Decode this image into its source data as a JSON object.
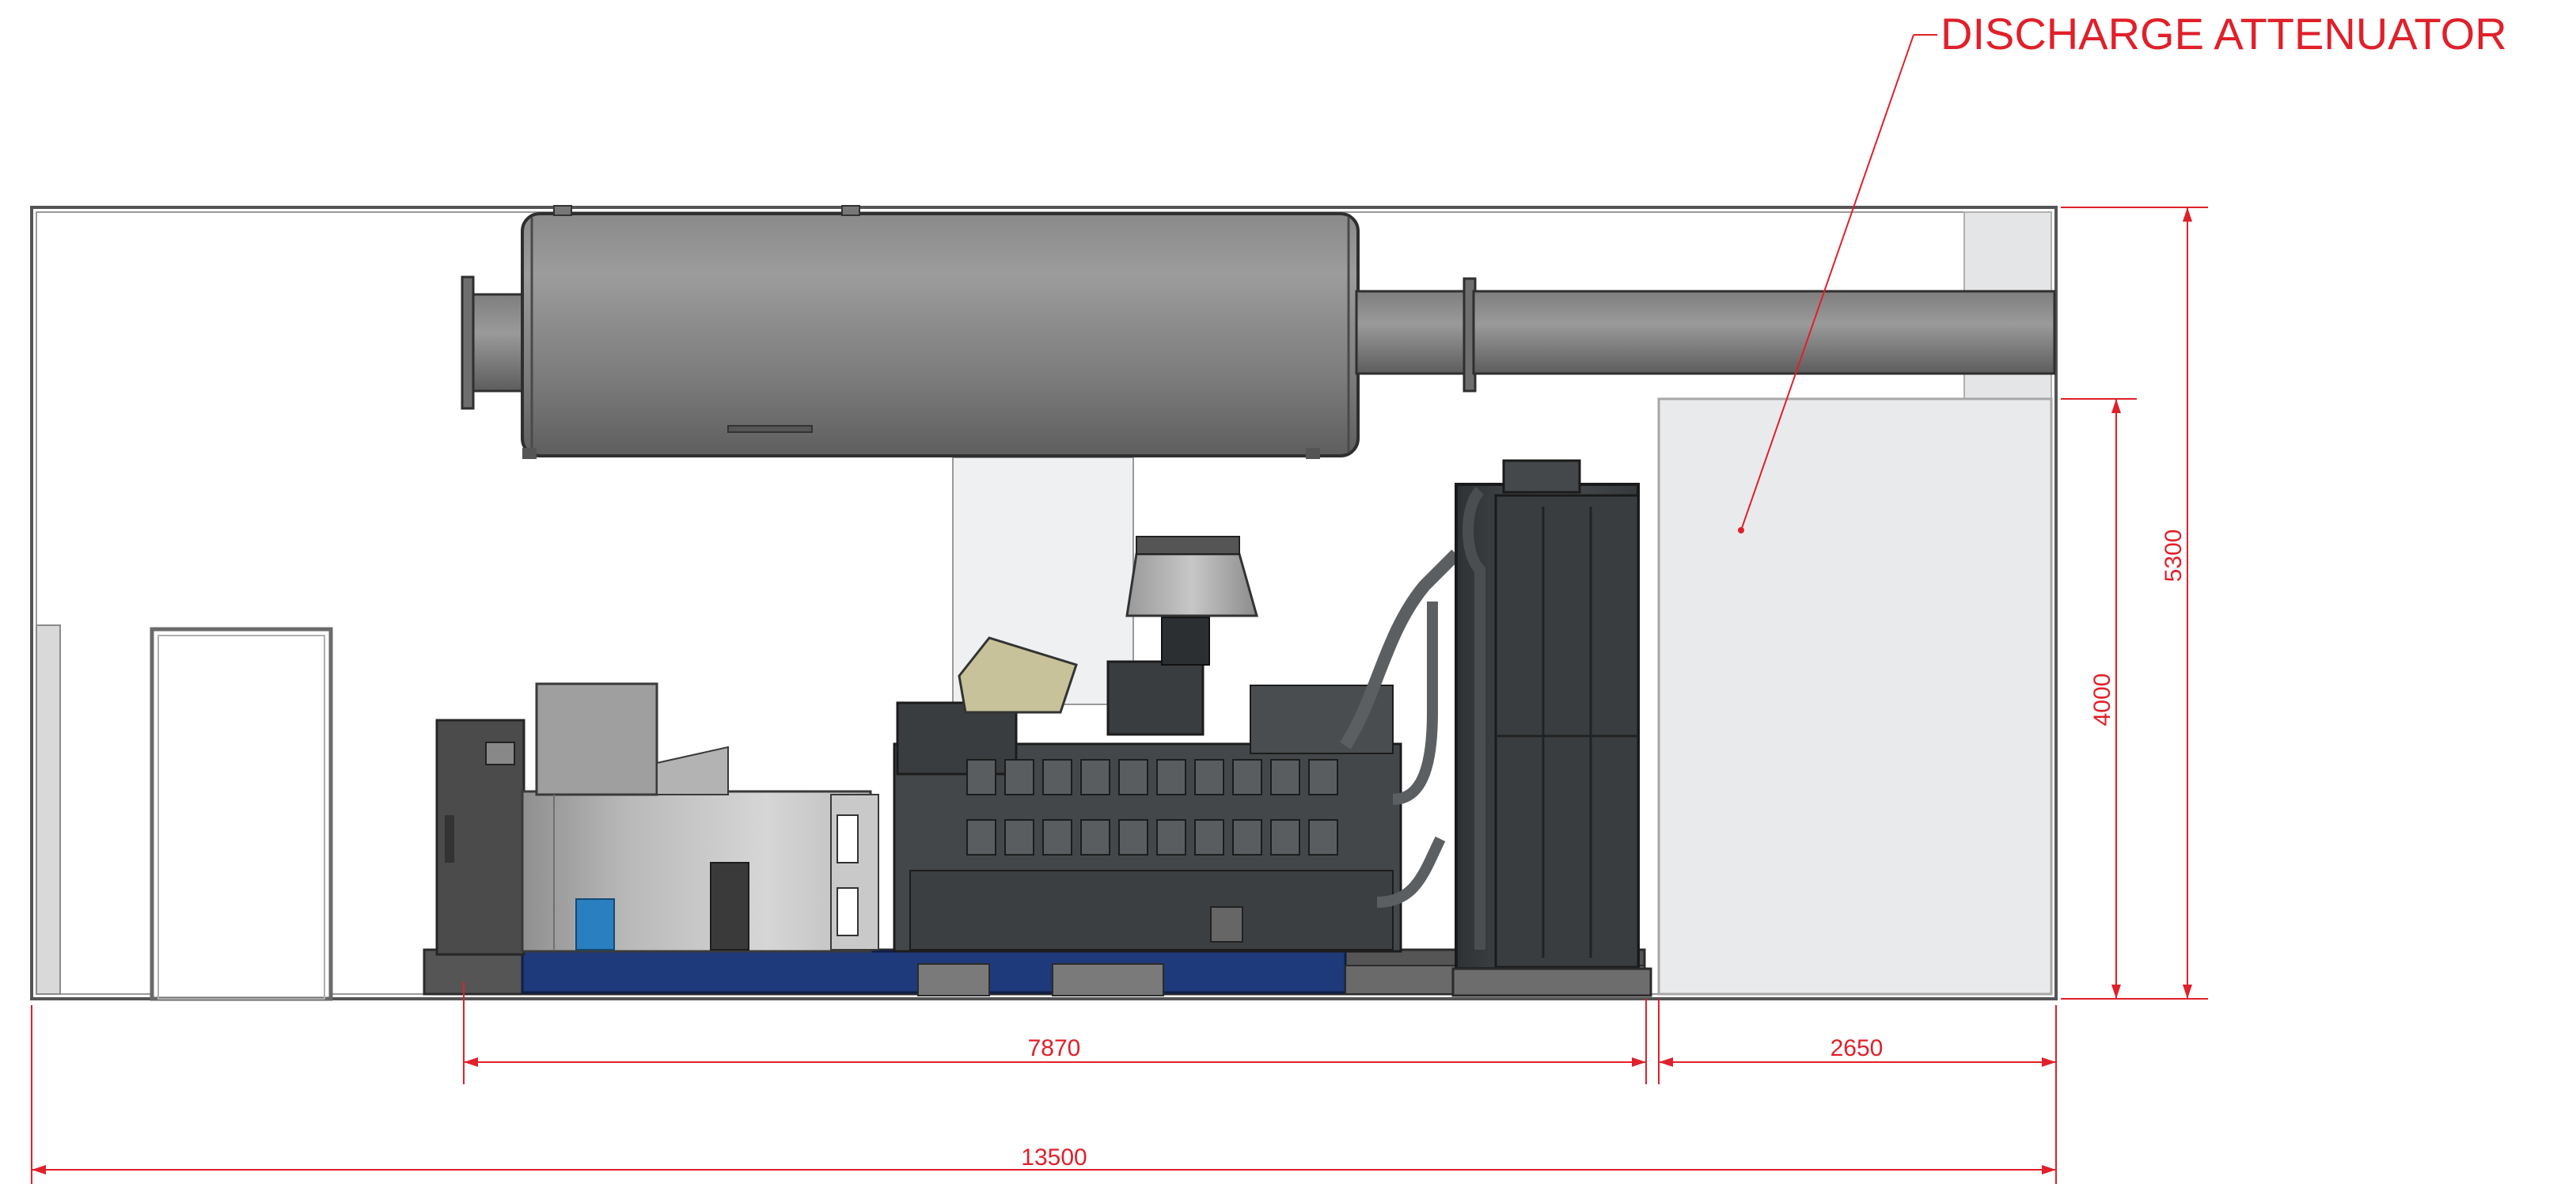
{
  "callout": {
    "label": "DISCHARGE ATTENUATOR"
  },
  "dimensions": {
    "genset_length": "7870",
    "attenuator_length": "2650",
    "overall_length": "13500",
    "attenuator_height": "4000",
    "overall_height": "5300"
  },
  "colors": {
    "dimension": "#e0202a",
    "enclosure_line": "#555555",
    "steel": "#6f6f6f",
    "engine_dark": "#3f4245",
    "base_frame": "#1f3a7a",
    "attenuator_panel": "#e9ebec"
  }
}
